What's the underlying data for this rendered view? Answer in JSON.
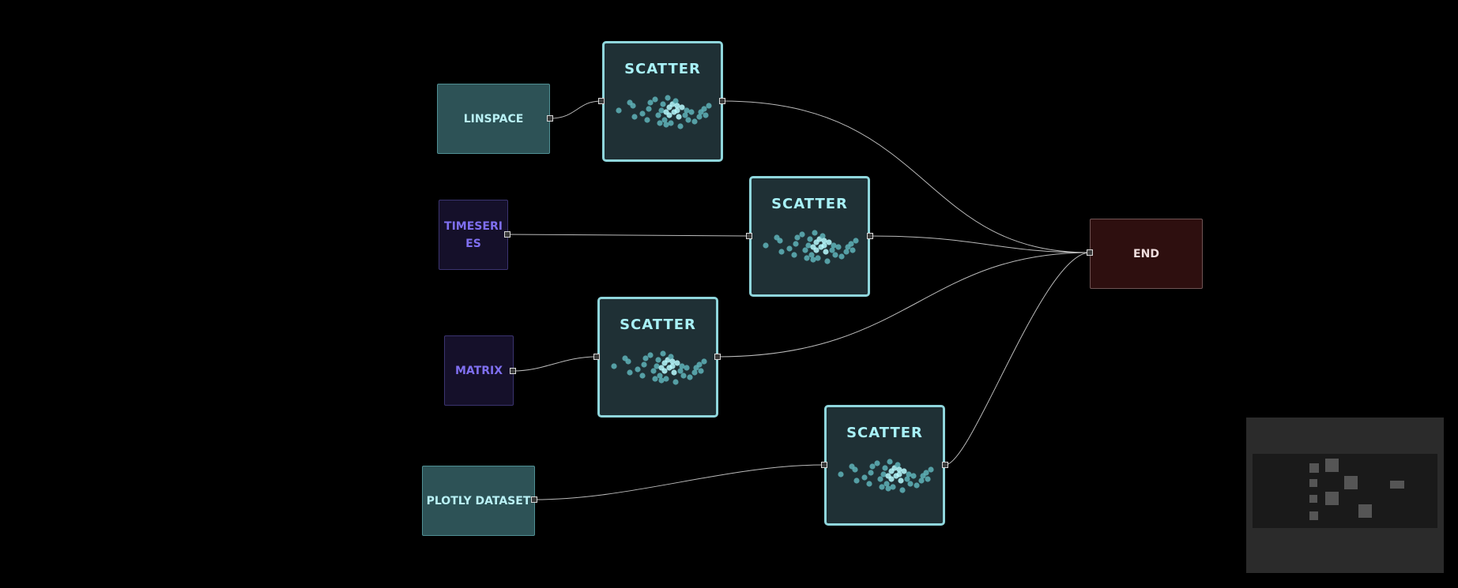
{
  "graph": {
    "nodes": [
      {
        "id": "linspace",
        "label": "LINSPACE",
        "kind": "data"
      },
      {
        "id": "timeseries",
        "label": "TIMESERI\nES",
        "kind": "transform"
      },
      {
        "id": "matrix",
        "label": "MATRIX",
        "kind": "transform"
      },
      {
        "id": "plotly",
        "label": "PLOTLY DATASET",
        "kind": "data"
      },
      {
        "id": "scatter1",
        "label": "SCATTER",
        "kind": "scatter"
      },
      {
        "id": "scatter2",
        "label": "SCATTER",
        "kind": "scatter"
      },
      {
        "id": "scatter3",
        "label": "SCATTER",
        "kind": "scatter"
      },
      {
        "id": "scatter4",
        "label": "SCATTER",
        "kind": "scatter"
      },
      {
        "id": "end",
        "label": "END",
        "kind": "end"
      }
    ],
    "edges": [
      {
        "from": "linspace",
        "to": "scatter1"
      },
      {
        "from": "timeseries",
        "to": "scatter2"
      },
      {
        "from": "matrix",
        "to": "scatter3"
      },
      {
        "from": "plotly",
        "to": "scatter4"
      },
      {
        "from": "scatter1",
        "to": "end"
      },
      {
        "from": "scatter2",
        "to": "end"
      },
      {
        "from": "scatter3",
        "to": "end"
      },
      {
        "from": "scatter4",
        "to": "end"
      }
    ]
  },
  "colors": {
    "background": "#000000",
    "data_node": "#2d5256",
    "transform_node": "#15102a",
    "transform_text": "#7f6ff0",
    "scatter_border": "#8fd6dc",
    "end_node": "#2e0f0f",
    "edge": "#bbbbbb"
  },
  "minimap": {
    "visible": true
  }
}
